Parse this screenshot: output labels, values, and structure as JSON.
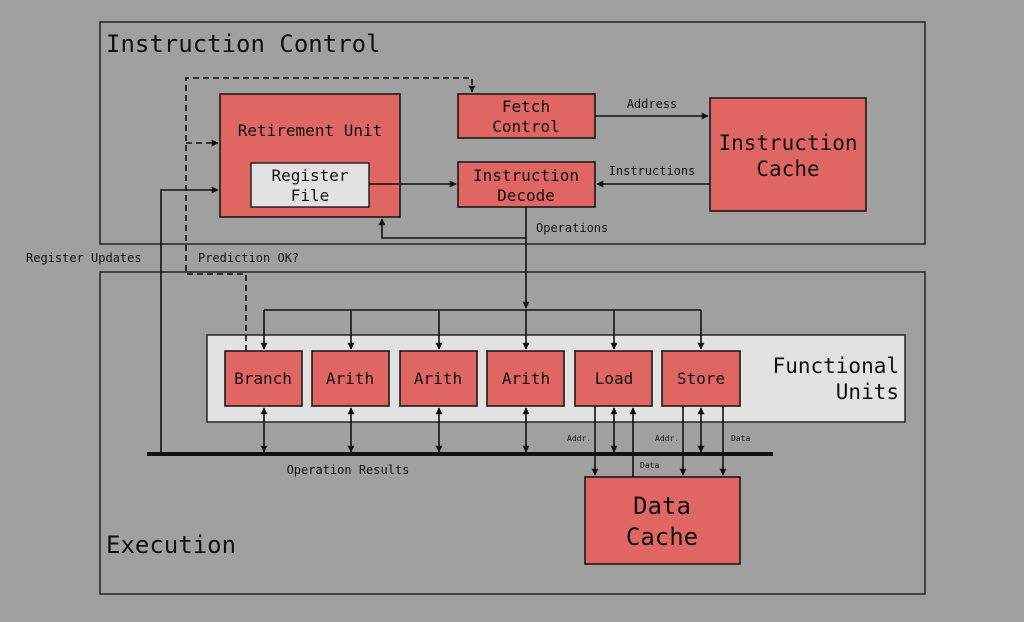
{
  "regions": {
    "instruction_control": "Instruction Control",
    "execution": "Execution"
  },
  "boxes": {
    "retirement_unit": "Retirement Unit",
    "register_file": [
      "Register",
      "File"
    ],
    "fetch_control": [
      "Fetch",
      "Control"
    ],
    "instruction_decode": [
      "Instruction",
      "Decode"
    ],
    "instruction_cache": [
      "Instruction",
      "Cache"
    ],
    "data_cache": [
      "Data",
      "Cache"
    ],
    "functional_units_label": [
      "Functional",
      "Units"
    ]
  },
  "functional_units": [
    "Branch",
    "Arith",
    "Arith",
    "Arith",
    "Load",
    "Store"
  ],
  "labels": {
    "address": "Address",
    "instructions": "Instructions",
    "operations": "Operations",
    "register_updates": "Register Updates",
    "prediction_ok": "Prediction OK?",
    "operation_results": "Operation Results",
    "load_addr": "Addr.",
    "load_data": "Data",
    "store_addr": "Addr.",
    "store_data": "Data"
  },
  "colors": {
    "background": "#a0a0a0",
    "unit_fill": "#e06664",
    "panel_fill": "#e2e2e2",
    "line": "#111111"
  }
}
